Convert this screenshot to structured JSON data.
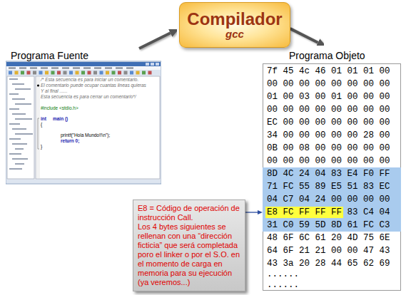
{
  "diagram": {
    "nodes": [
      {
        "text": [
          "Compilador",
          "gcc"
        ]
      },
      {
        "text": [
          "Programa Fuente",
          "/* Esta secuencia es para iniciar un comentario.",
          "El comentario puede ocupar cuantas lineas quieras",
          "Y al final ......",
          "Esta secuencia es para cerrar un comentario*/",
          "#include <stdio.h>",
          "int     main ()",
          "{",
          "printf(\"Hola Mundo!!\\n\");",
          "return 0;",
          "}"
        ]
      },
      {
        "text": [
          "Programa Objeto",
          "7f 45 4c 46 01 01 01 00",
          "00 00 00 00 00 00 00 00",
          "01 00 03 00 01 00 00 00",
          "00 00 00 00 00 00 00 00",
          "EC 00 00 00 00 00 00 00",
          "34 00 00 00 00 00 28 00",
          "0B 00 08 00 00 00 00 00",
          "00 00 00 00 00 00 00 00",
          "48 6F 6C 61 20 4D 75 6E",
          "64 6F 21 21 00 00 47 43",
          "43 3a 20 28 44 65 62 69",
          "......",
          "......"
        ]
      },
      {
        "text": [
          "8D 4C 24 04 83 E4 F0 FF",
          "71 FC 55 89 E5 51 83 EC",
          "04 C7 04 24 00 00 00 00",
          "E8 FC FF FF FF 83 C4 04",
          "31 C0 59 5D 8D 61 FC C3"
        ],
        "in": 2
      },
      {
        "text": [
          "E8 = Código de operación de instrucción Call.",
          "Los 4 bytes siguientes se rellenan con una “dirección ficticia” que será completada poro el linker o por el S.O. en el momento de carga en memoria para su ejecución (ya veremos...)"
        ]
      }
    ],
    "edges": [
      {
        "from": 1,
        "to": 0,
        "arrow": "to"
      },
      {
        "from": 0,
        "to": 2,
        "arrow": "to"
      },
      {
        "from": 4,
        "to": 3,
        "arrow": "to"
      }
    ]
  }
}
